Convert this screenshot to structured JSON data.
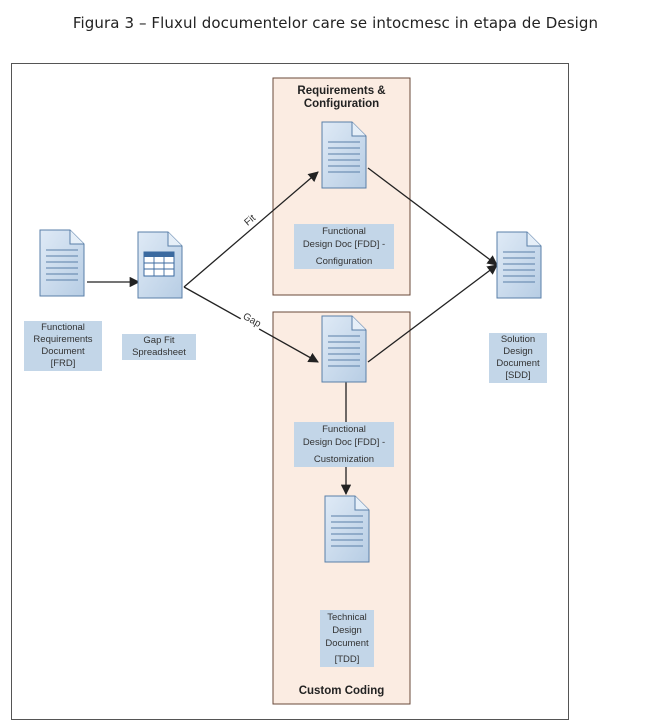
{
  "caption": "Figura 3 – Fluxul documentelor care se intocmesc in etapa de Design",
  "groups": {
    "requirements_configuration": {
      "title_lines": [
        "Requirements &",
        "Configuration"
      ]
    },
    "custom_coding": {
      "title": "Custom Coding"
    }
  },
  "nodes": {
    "frd": {
      "lines": [
        "Functional",
        "Requirements",
        "Document",
        "[FRD]"
      ]
    },
    "gap_fit": {
      "lines": [
        "Gap Fit",
        "Spreadsheet"
      ]
    },
    "fdd_config": {
      "lines": [
        "Functional",
        "Design Doc [FDD] -",
        "Configuration"
      ]
    },
    "fdd_custom": {
      "lines": [
        "Functional",
        "Design Doc [FDD] -",
        "Customization"
      ]
    },
    "tdd": {
      "lines": [
        "Technical",
        "Design",
        "Document",
        "[TDD]"
      ]
    },
    "sdd": {
      "lines": [
        "Solution",
        "Design",
        "Document",
        "[SDD]"
      ]
    }
  },
  "edges": {
    "fit_label": "Fit",
    "gap_label": "Gap"
  },
  "colors": {
    "group_fill": "#fbece2",
    "label_fill": "#c3d6e8",
    "doc_fill": "#cfe0f1",
    "doc_stroke": "#5a7fa8"
  }
}
